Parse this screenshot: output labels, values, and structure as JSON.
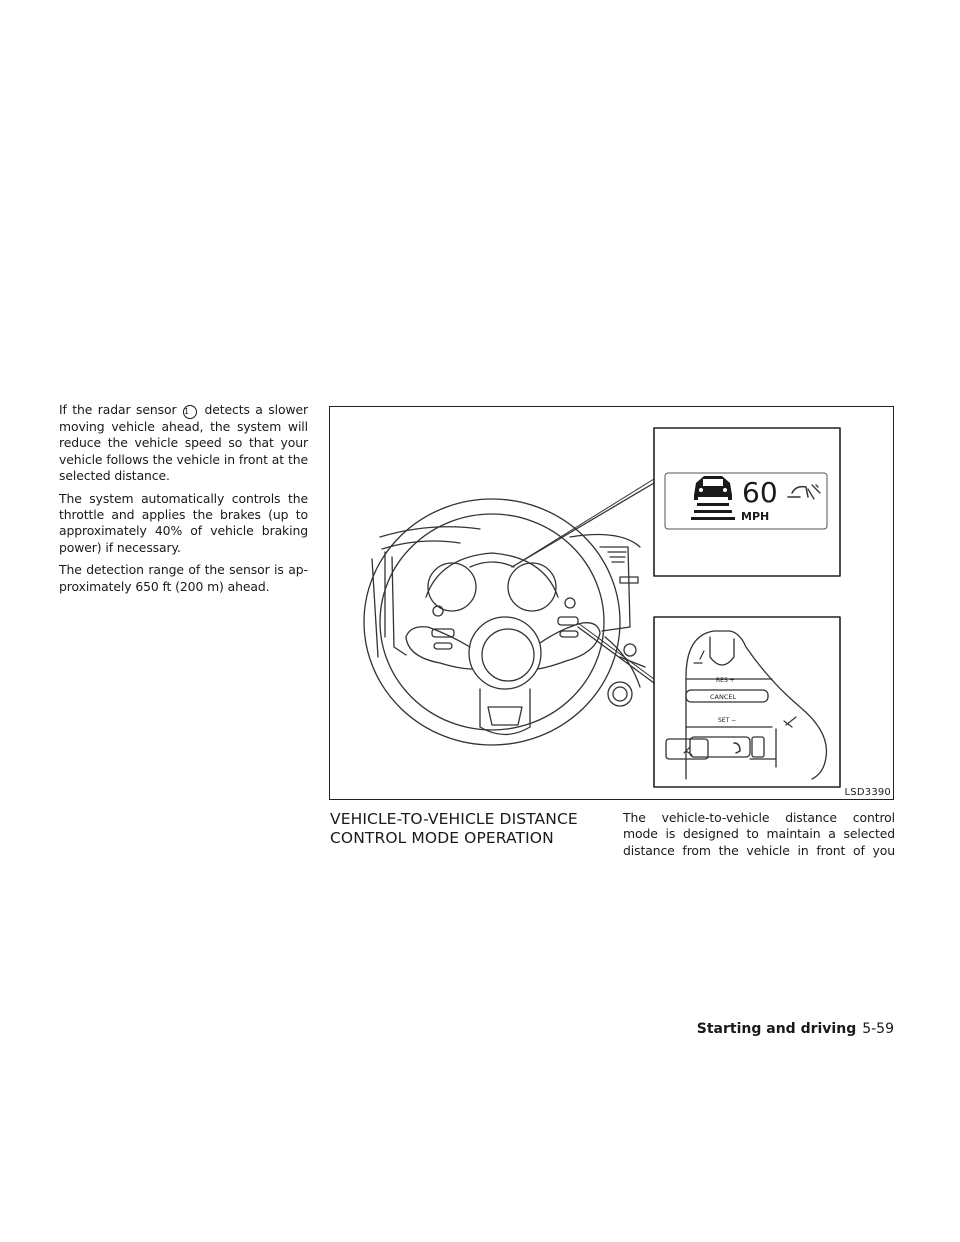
{
  "left_column": {
    "para1_before": "If the radar sensor",
    "para1_marker": "1",
    "para1_after": " detects a slower moving vehicle ahead, the system will re­duce the vehicle speed so that your vehicle follows the vehicle in front at the selected distance.",
    "para2": "The system automatically controls the throttle and applies the brakes (up to ap­proximately 40% of vehicle braking power) if necessary.",
    "para3": "The detection range of the sensor is ap­proximately 650 ft (200 m) ahead."
  },
  "figure": {
    "code": "LSD3390",
    "display": {
      "speed": "60",
      "unit": "MPH"
    },
    "switch": {
      "res": "RES +",
      "cancel": "CANCEL",
      "set": "SET −"
    }
  },
  "section": {
    "heading_line1": "VEHICLE-TO-VEHICLE DISTANCE",
    "heading_line2": "CONTROL MODE OPERATION",
    "body": "The vehicle-to-vehicle distance control mode is designed to maintain a selected distance from the vehicle in front of you"
  },
  "footer": {
    "section": "Starting and driving",
    "page": "5-59"
  }
}
